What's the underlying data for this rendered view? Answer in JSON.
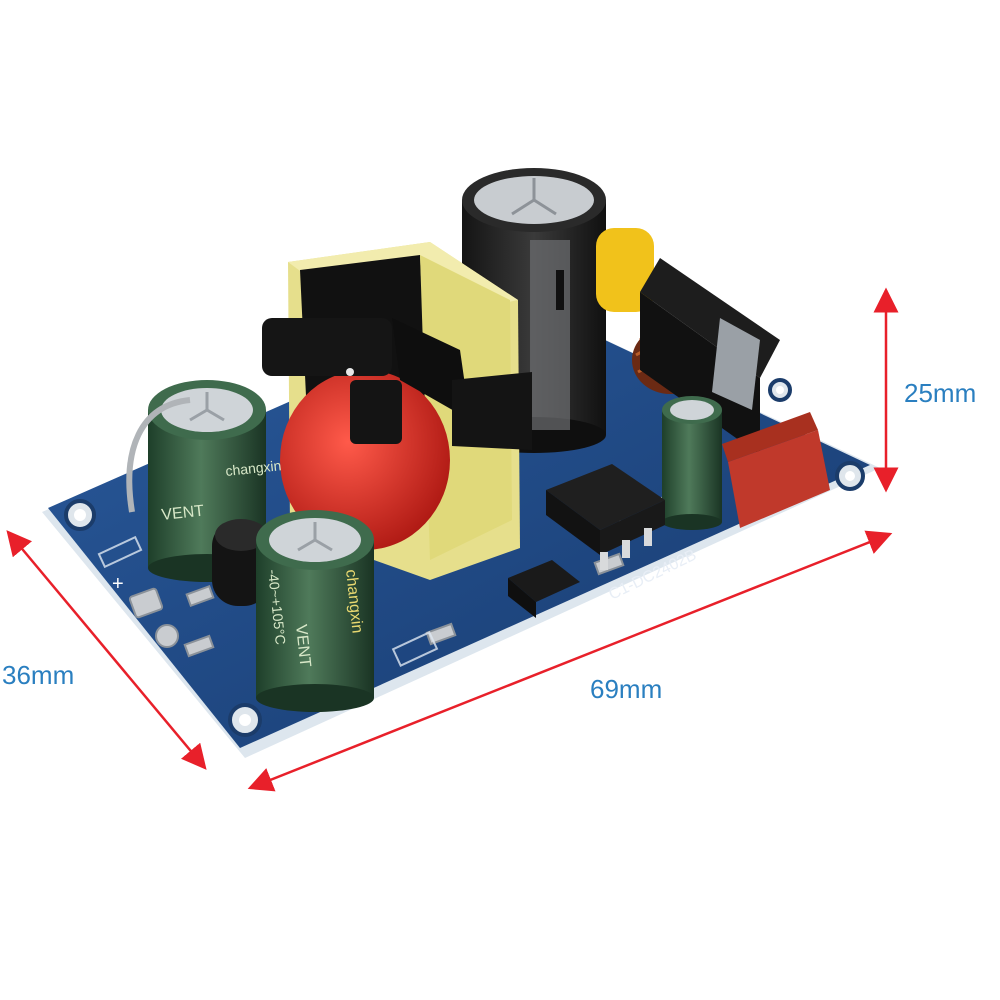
{
  "dimensions": {
    "height": "25mm",
    "width": "36mm",
    "length": "69mm"
  },
  "board_markings": {
    "capacitor_left_brand": "changxin",
    "capacitor_front_brand": "changxin",
    "capacitor_vent": "VENT",
    "capacitor_temp": "-40~+105°C",
    "board_model": "C1-DC2402B",
    "pin_plus": "+"
  },
  "colors": {
    "dimension_arrow": "#e8202a",
    "dimension_text": "#2a7fc0",
    "pcb": "#1f4a86",
    "transformer_bobbin": "#e6df8c",
    "coil": "#d92a26",
    "capacitor": "#2e5a3c",
    "fuse": "#c0392b"
  }
}
